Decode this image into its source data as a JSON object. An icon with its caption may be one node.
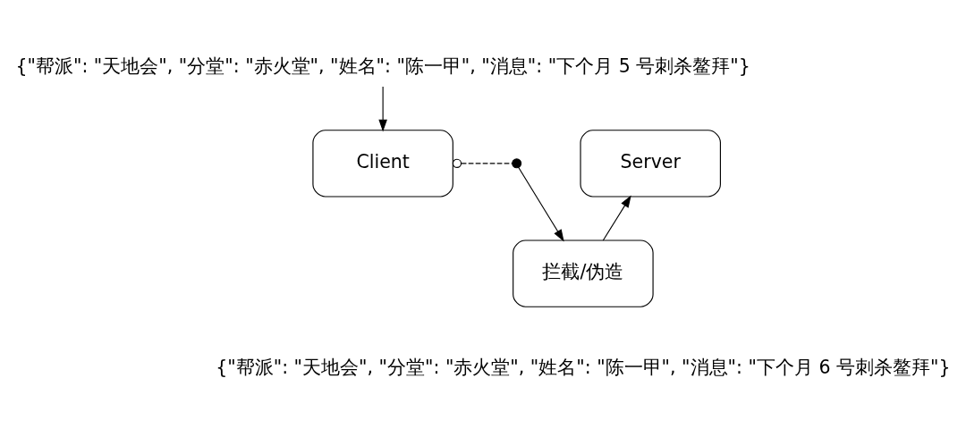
{
  "diagram": {
    "nodes": [
      {
        "text": [
          "{\"帮派\": \"天地会\", \"分堂\": \"赤火堂\", \"姓名\": \"陈一甲\", \"消息\": \"下个月 5 号刺杀鳌拜\"}"
        ]
      },
      {
        "text": [
          "Client"
        ]
      },
      {
        "text": [],
        "shape": "circle"
      },
      {
        "text": [
          "Server"
        ]
      },
      {
        "text": [
          "拦截/伪造"
        ]
      }
    ],
    "edges": [
      {
        "from": 0,
        "to": 1,
        "arrow": "to"
      },
      {
        "from": 1,
        "to": 2,
        "arrow": "other",
        "style": "dashed"
      },
      {
        "from": 2,
        "to": 4,
        "arrow": "to"
      },
      {
        "from": 4,
        "to": 3,
        "arrow": "to"
      }
    ],
    "labels": [
      "{\"帮派\": \"天地会\", \"分堂\": \"赤火堂\", \"姓名\": \"陈一甲\", \"消息\": \"下个月 6 号刺杀鳌拜\"}"
    ]
  }
}
